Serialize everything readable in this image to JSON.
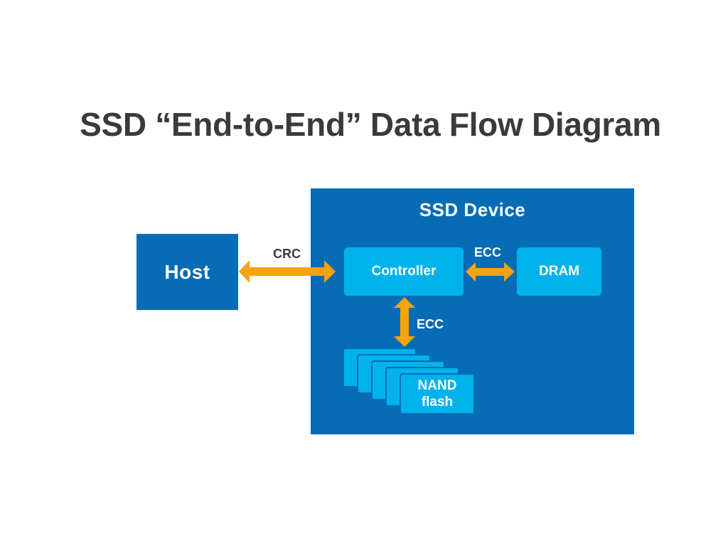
{
  "title": "SSD “End-to-End” Data Flow Diagram",
  "colors": {
    "primary_blue": "#066cb5",
    "light_blue": "#00b2ec",
    "arrow_orange": "#f7a30e",
    "title_gray": "#3a3a3a"
  },
  "nodes": {
    "host": "Host",
    "ssd_device": "SSD Device",
    "controller": "Controller",
    "dram": "DRAM",
    "nand_line1": "NAND",
    "nand_line2": "flash"
  },
  "edges": [
    {
      "from": "Host",
      "to": "Controller",
      "label": "CRC",
      "direction": "bidirectional"
    },
    {
      "from": "Controller",
      "to": "DRAM",
      "label": "ECC",
      "direction": "bidirectional"
    },
    {
      "from": "Controller",
      "to": "NAND flash",
      "label": "ECC",
      "direction": "bidirectional"
    }
  ],
  "nand_stack_count": 5
}
